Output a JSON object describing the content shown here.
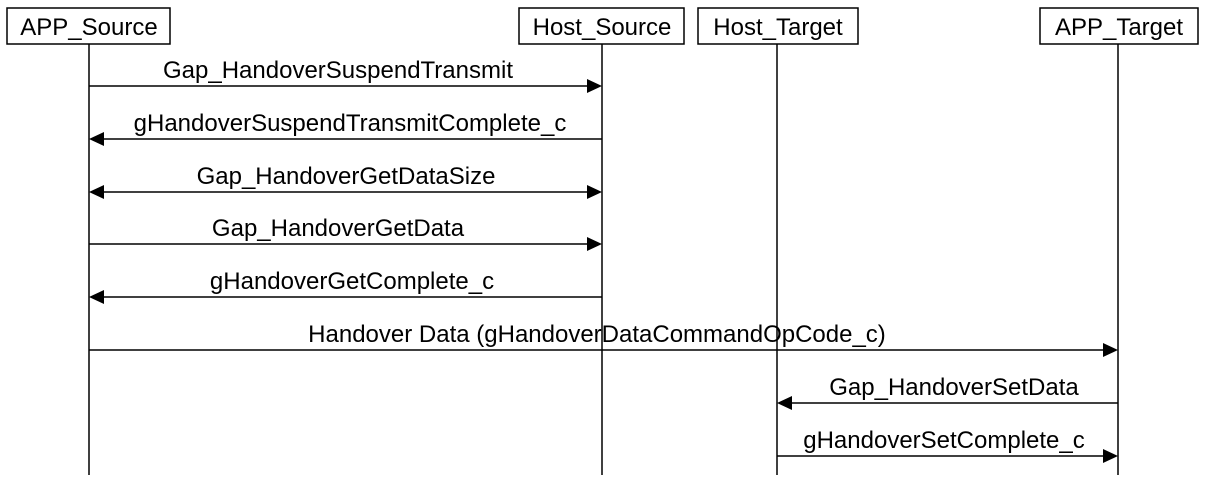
{
  "participants": [
    {
      "id": "app_source",
      "label": "APP_Source"
    },
    {
      "id": "host_source",
      "label": "Host_Source"
    },
    {
      "id": "host_target",
      "label": "Host_Target"
    },
    {
      "id": "app_target",
      "label": "APP_Target"
    }
  ],
  "messages": [
    {
      "from": "app_source",
      "to": "host_source",
      "label": "Gap_HandoverSuspendTransmit",
      "direction": "right"
    },
    {
      "from": "host_source",
      "to": "app_source",
      "label": "gHandoverSuspendTransmitComplete_c",
      "direction": "left"
    },
    {
      "from": "app_source",
      "to": "host_source",
      "label": "Gap_HandoverGetDataSize",
      "direction": "both"
    },
    {
      "from": "app_source",
      "to": "host_source",
      "label": "Gap_HandoverGetData",
      "direction": "right"
    },
    {
      "from": "host_source",
      "to": "app_source",
      "label": "gHandoverGetComplete_c",
      "direction": "left"
    },
    {
      "from": "app_source",
      "to": "app_target",
      "label": "Handover Data (gHandoverDataCommandOpCode_c)",
      "direction": "right"
    },
    {
      "from": "app_target",
      "to": "host_target",
      "label": "Gap_HandoverSetData",
      "direction": "left"
    },
    {
      "from": "host_target",
      "to": "app_target",
      "label": "gHandoverSetComplete_c",
      "direction": "right"
    }
  ]
}
